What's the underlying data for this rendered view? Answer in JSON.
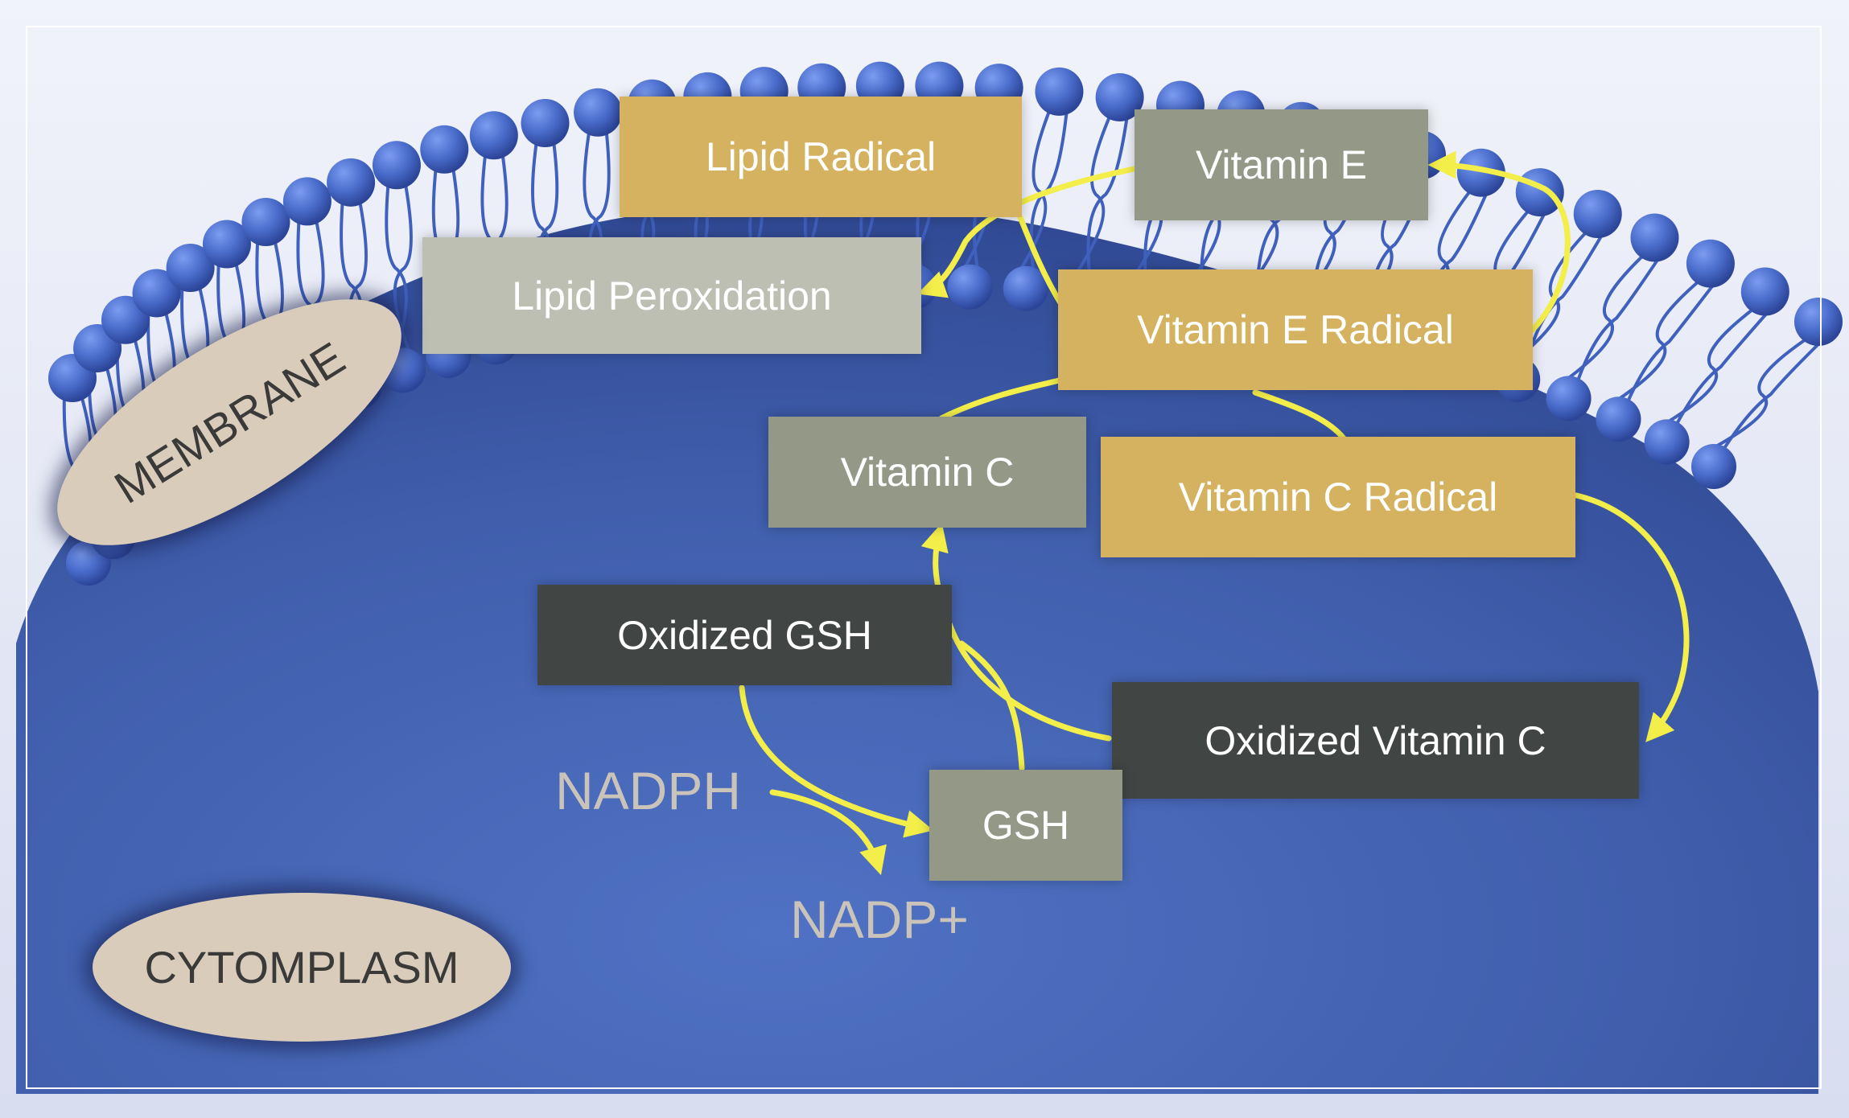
{
  "colors": {
    "frame": "#e9ecf6",
    "cytoplasm": "#3f5fae",
    "lipid_head": "#4a6dcc",
    "arrow": "#f3ee4a",
    "radical_box": "#d4b25f",
    "antioxidant_box": "#939986",
    "peroxidation_box": "#bcbfb2",
    "oxidized_box": "#414645",
    "region_label": "#d9ccbb"
  },
  "region_labels": {
    "membrane": "MEMBRANE",
    "cytoplasm": "CYTOMPLASM"
  },
  "molecules": {
    "lipid_radical": "Lipid Radical",
    "vitamin_e": "Vitamin E",
    "lipid_peroxidation": "Lipid Peroxidation",
    "vitamin_e_radical": "Vitamin E Radical",
    "vitamin_c": "Vitamin C",
    "vitamin_c_radical": "Vitamin C Radical",
    "oxidized_gsh": "Oxidized GSH",
    "oxidized_vitamin_c": "Oxidized Vitamin C",
    "gsh": "GSH"
  },
  "cofactors": {
    "nadph": "NADPH",
    "nadp_plus": "NADP+"
  },
  "arrows": [
    {
      "from": "vitamin_e",
      "to": "lipid_peroxidation"
    },
    {
      "from": "lipid_radical",
      "to": "vitamin_e_radical"
    },
    {
      "from": "vitamin_e_radical",
      "to": "vitamin_e"
    },
    {
      "from": "vitamin_e_radical",
      "to": "vitamin_c_radical"
    },
    {
      "from": "vitamin_c",
      "to": "vitamin_e_radical"
    },
    {
      "from": "vitamin_c_radical",
      "to": "oxidized_vitamin_c"
    },
    {
      "from": "oxidized_vitamin_c",
      "to": "vitamin_c"
    },
    {
      "from": "gsh",
      "to": "oxidized_gsh"
    },
    {
      "from": "oxidized_gsh",
      "to": "gsh"
    },
    {
      "from": "nadph",
      "to": "nadp_plus"
    }
  ]
}
